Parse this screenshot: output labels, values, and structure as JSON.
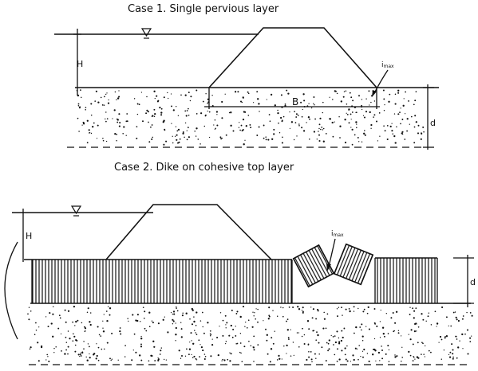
{
  "case1": {
    "title": "Case 1. Single pervious layer",
    "label_H": "H",
    "label_B": "B",
    "label_d": "d",
    "label_imax": "i",
    "label_imax_sub": "max"
  },
  "case2": {
    "title": "Case 2. Dike on cohesive  top layer",
    "label_H": "H",
    "label_d": "d",
    "label_imax": "i",
    "label_imax_sub": "max"
  },
  "colors": {
    "ink": "#111111",
    "background": "#ffffff"
  }
}
